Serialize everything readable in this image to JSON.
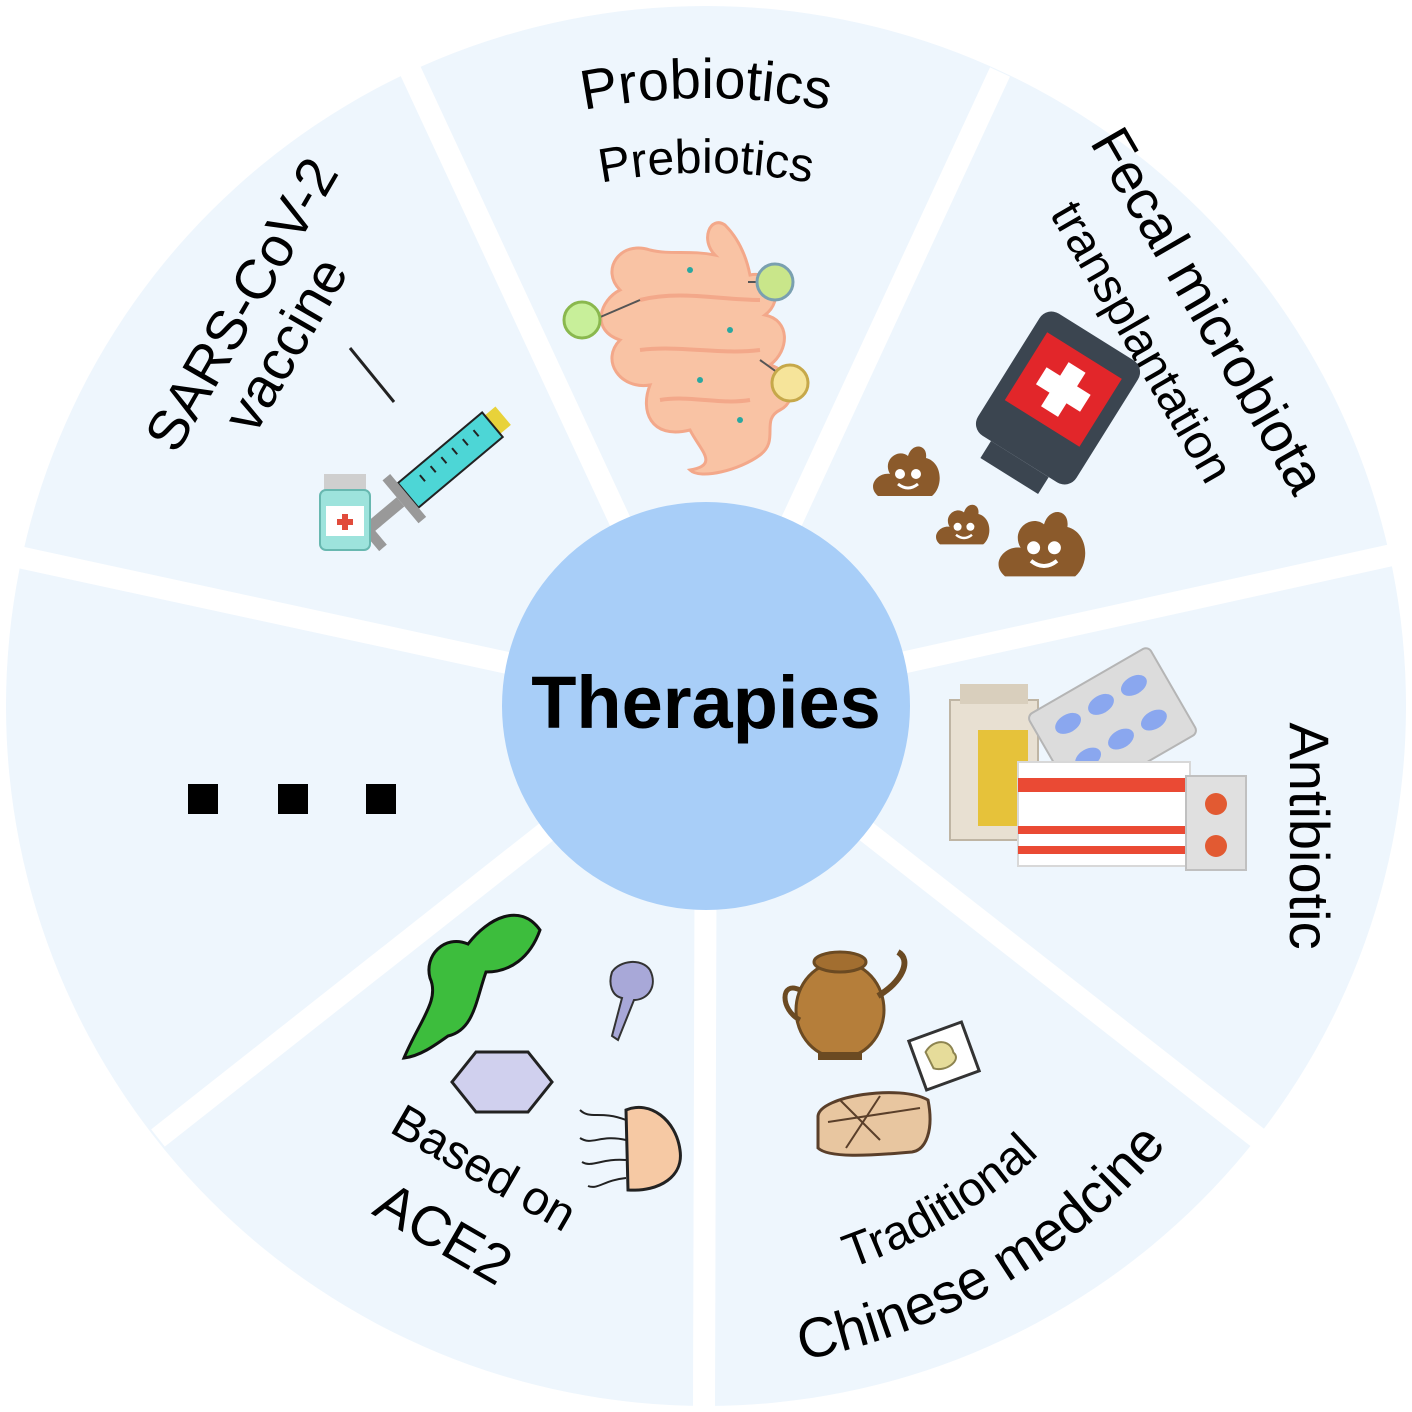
{
  "center": {
    "label": "Therapies"
  },
  "segments": {
    "probiotics": {
      "line1": "Probiotics",
      "line2": "Prebiotics",
      "icon": "intestine-icon"
    },
    "fmt": {
      "line1": "Fecal microbiota",
      "line2": "transplantation",
      "icon": "stool-icon"
    },
    "antibiotic": {
      "line1": "Antibiotic",
      "icon": "pill-icon"
    },
    "tcm": {
      "line1": "Traditional",
      "line2": "Chinese medcine",
      "icon": "teapot-icon"
    },
    "ace2": {
      "line1": "Based on",
      "line2": "ACE2",
      "icon": "seaweed-icon"
    },
    "more": {
      "line1": "",
      "icon": "ellipsis-icon"
    },
    "vaccine": {
      "line1": "SARS-CoV-2",
      "line2": "vaccine",
      "icon": "syringe-icon"
    }
  },
  "colors": {
    "segment_fill": "#eef6fd",
    "center_fill": "#a8cef8",
    "divider": "#ffffff"
  }
}
